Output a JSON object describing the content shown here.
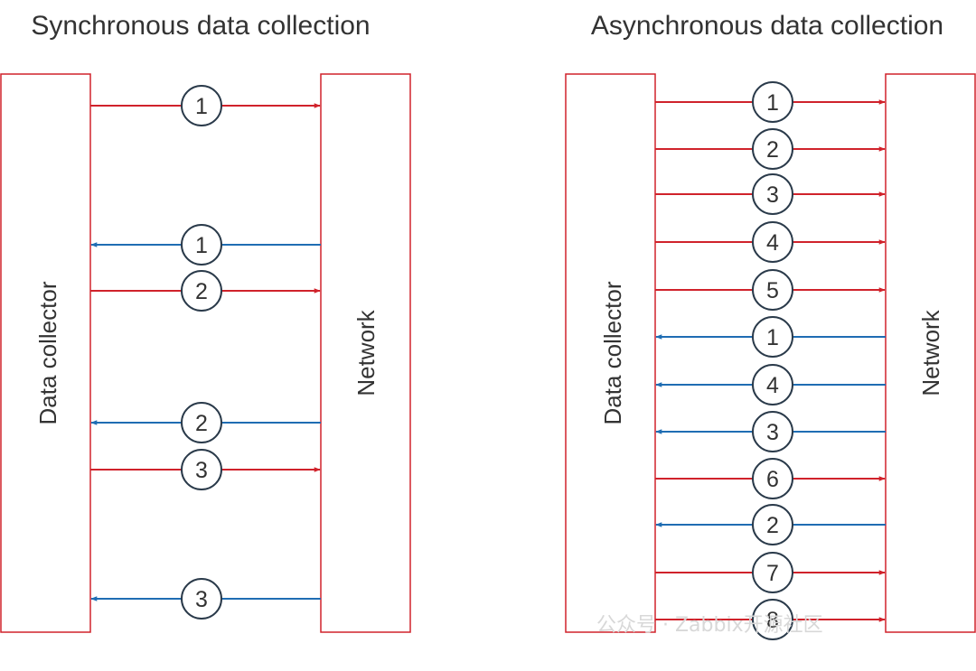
{
  "colors": {
    "request": "#d0222b",
    "response": "#1f6db3",
    "box_border": "#d0222b",
    "text": "#333333",
    "circle_border": "#2a3a4a",
    "watermark": "#d8d8d8"
  },
  "sync": {
    "title": "Synchronous data collection",
    "collector_label": "Data collector",
    "network_label": "Network",
    "messages": [
      {
        "num": "1",
        "direction": "request"
      },
      {
        "num": "1",
        "direction": "response"
      },
      {
        "num": "2",
        "direction": "request"
      },
      {
        "num": "2",
        "direction": "response"
      },
      {
        "num": "3",
        "direction": "request"
      },
      {
        "num": "3",
        "direction": "response"
      }
    ]
  },
  "async": {
    "title": "Asynchronous data collection",
    "collector_label": "Data collector",
    "network_label": "Network",
    "messages": [
      {
        "num": "1",
        "direction": "request"
      },
      {
        "num": "2",
        "direction": "request"
      },
      {
        "num": "3",
        "direction": "request"
      },
      {
        "num": "4",
        "direction": "request"
      },
      {
        "num": "5",
        "direction": "request"
      },
      {
        "num": "1",
        "direction": "response"
      },
      {
        "num": "4",
        "direction": "response"
      },
      {
        "num": "3",
        "direction": "response"
      },
      {
        "num": "6",
        "direction": "request"
      },
      {
        "num": "2",
        "direction": "response"
      },
      {
        "num": "7",
        "direction": "request"
      },
      {
        "num": "8",
        "direction": "request"
      }
    ]
  },
  "watermark": "公众号 · Zabbix开源社区"
}
